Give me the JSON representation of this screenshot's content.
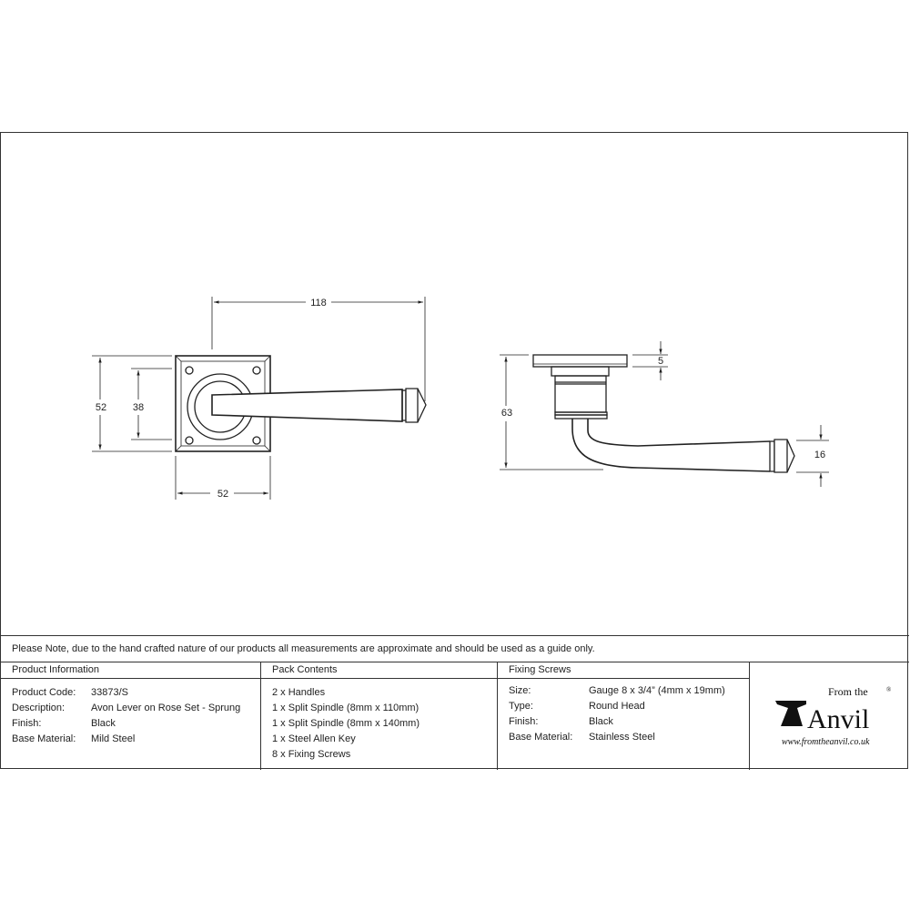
{
  "dimensions": {
    "reach": "118",
    "rose_height": "52",
    "rose_inner": "38",
    "rose_width": "52",
    "projection": "63",
    "rose_thickness": "5",
    "lever_end": "16"
  },
  "note": "Please Note, due to the hand crafted nature of our products all measurements are approximate and should be used as a guide only.",
  "product_info": {
    "heading": "Product Information",
    "rows": [
      {
        "label": "Product Code:",
        "value": "33873/S"
      },
      {
        "label": "Description:",
        "value": "Avon Lever on Rose Set - Sprung"
      },
      {
        "label": "Finish:",
        "value": "Black"
      },
      {
        "label": "Base Material:",
        "value": "Mild Steel"
      }
    ]
  },
  "pack_contents": {
    "heading": "Pack Contents",
    "items": [
      "2 x Handles",
      "1 x Split Spindle (8mm x 110mm)",
      "1 x Split Spindle (8mm x 140mm)",
      "1 x Steel Allen Key",
      "8 x Fixing Screws"
    ]
  },
  "fixing_screws": {
    "heading": "Fixing Screws",
    "rows": [
      {
        "label": "Size:",
        "value": "Gauge 8 x 3/4” (4mm x 19mm)"
      },
      {
        "label": "Type:",
        "value": "Round Head"
      },
      {
        "label": "Finish:",
        "value": "Black"
      },
      {
        "label": "Base Material:",
        "value": "Stainless Steel"
      }
    ]
  },
  "logo": {
    "from_the": "From the",
    "brand": "Anvil",
    "registered": "®",
    "url": "www.fromtheanvil.co.uk"
  }
}
